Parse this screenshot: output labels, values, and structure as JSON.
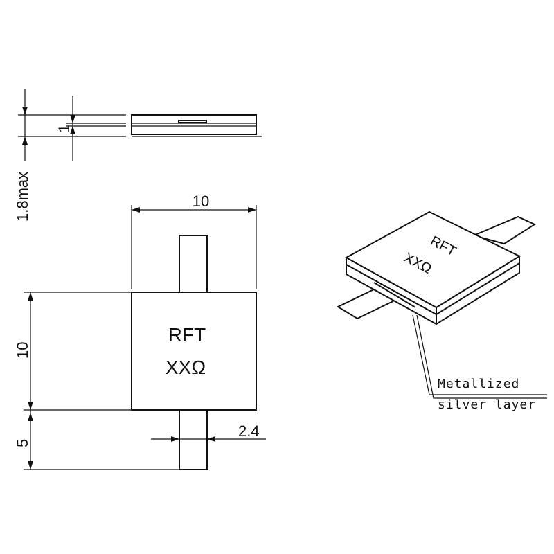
{
  "dimensions": {
    "thickness_max": "1.8max",
    "thickness_flange": "1",
    "body_width": "10",
    "body_height": "10",
    "tab_length": "5",
    "tab_width": "2.4"
  },
  "marking": {
    "line1": "RFT",
    "line2": "XXΩ"
  },
  "callout": {
    "line1": "Metallized",
    "line2": "silver layer"
  }
}
